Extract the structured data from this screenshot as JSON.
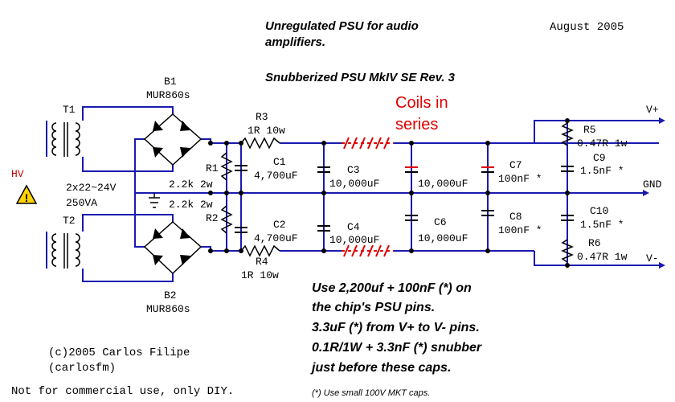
{
  "header": {
    "title_line1": "Unregulated PSU for audio",
    "title_line2": "amplifiers.",
    "subtitle": "Snubberized PSU MkIV SE Rev. 3",
    "date": "August 2005"
  },
  "coils_label_line1": "Coils in",
  "coils_label_line2": "series",
  "hv_label": "HV",
  "hv_warning_glyph": "!",
  "transformers": {
    "t1": "T1",
    "t2": "T2",
    "spec_line1": "2x22~24V",
    "spec_line2": "250VA"
  },
  "bridges": {
    "b1": "B1",
    "b1_part": "MUR860s",
    "b2": "B2",
    "b2_part": "MUR860s"
  },
  "resistors": {
    "r1": "R1",
    "r1_value": "2.2k 2w",
    "r2": "R2",
    "r2_value": "2.2k 2w",
    "r3": "R3",
    "r3_value": "1R 10w",
    "r4": "R4",
    "r4_value": "1R 10w",
    "r5": "R5",
    "r5_value": "0.47R 1w",
    "r6": "R6",
    "r6_value": "0.47R 1w"
  },
  "capacitors": {
    "c1": "C1",
    "c1_value": "4,700uF",
    "c2": "C2",
    "c2_value": "4,700uF",
    "c3": "C3",
    "c3_value": "10,000uF",
    "c4": "C4",
    "c4_value": "10,000uF",
    "c5_value": "10,000uF",
    "c6": "C6",
    "c6_value": "10,000uF",
    "c7": "C7",
    "c7_value": "100nF *",
    "c8": "C8",
    "c8_value": "100nF *",
    "c9": "C9",
    "c9_value": "1.5nF *",
    "c10": "C10",
    "c10_value": "1.5nF *"
  },
  "outputs": {
    "vplus": "V+",
    "gnd": "GND",
    "vminus": "V-"
  },
  "notes": {
    "line1": "Use 2,200uf + 100nF (*) on",
    "line2": "the chip's PSU pins.",
    "line3": "3.3uF (*) from V+ to V- pins.",
    "line4": "0.1R/1W + 3.3nF (*) snubber",
    "line5": "just before these caps.",
    "footnote": "(*) Use small 100V MKT caps."
  },
  "credits": {
    "line1": "(c)2005 Carlos Filipe",
    "line2": "(carlosfm)",
    "line3": "Not for commercial use, only DIY."
  },
  "colors": {
    "wire": "#1a1ab0",
    "component": "#000000",
    "coil_red": "#e00000",
    "warning_yellow": "#ffd400"
  }
}
